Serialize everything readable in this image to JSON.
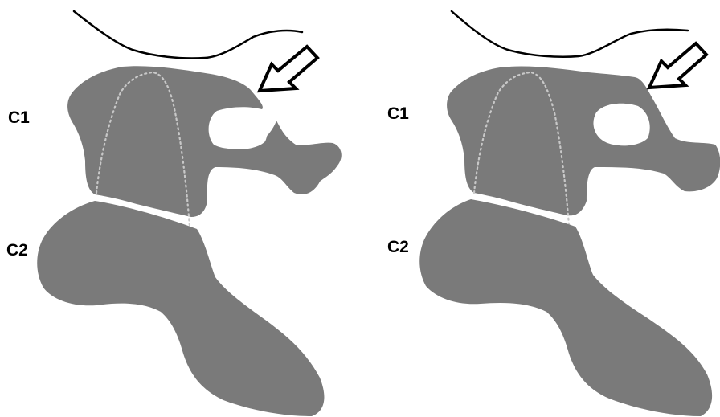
{
  "panels": [
    {
      "id": "left",
      "labels": {
        "upper": "C1",
        "lower": "C2"
      },
      "arrow_icon": "arrow-pointing-down-left-icon"
    },
    {
      "id": "right",
      "labels": {
        "upper": "C1",
        "lower": "C2"
      },
      "arrow_icon": "arrow-pointing-down-left-icon"
    }
  ],
  "colors": {
    "bone": "#7a7a7a",
    "background": "#ffffff",
    "outline": "#000000",
    "dotted_line": "#c8c8c8"
  }
}
